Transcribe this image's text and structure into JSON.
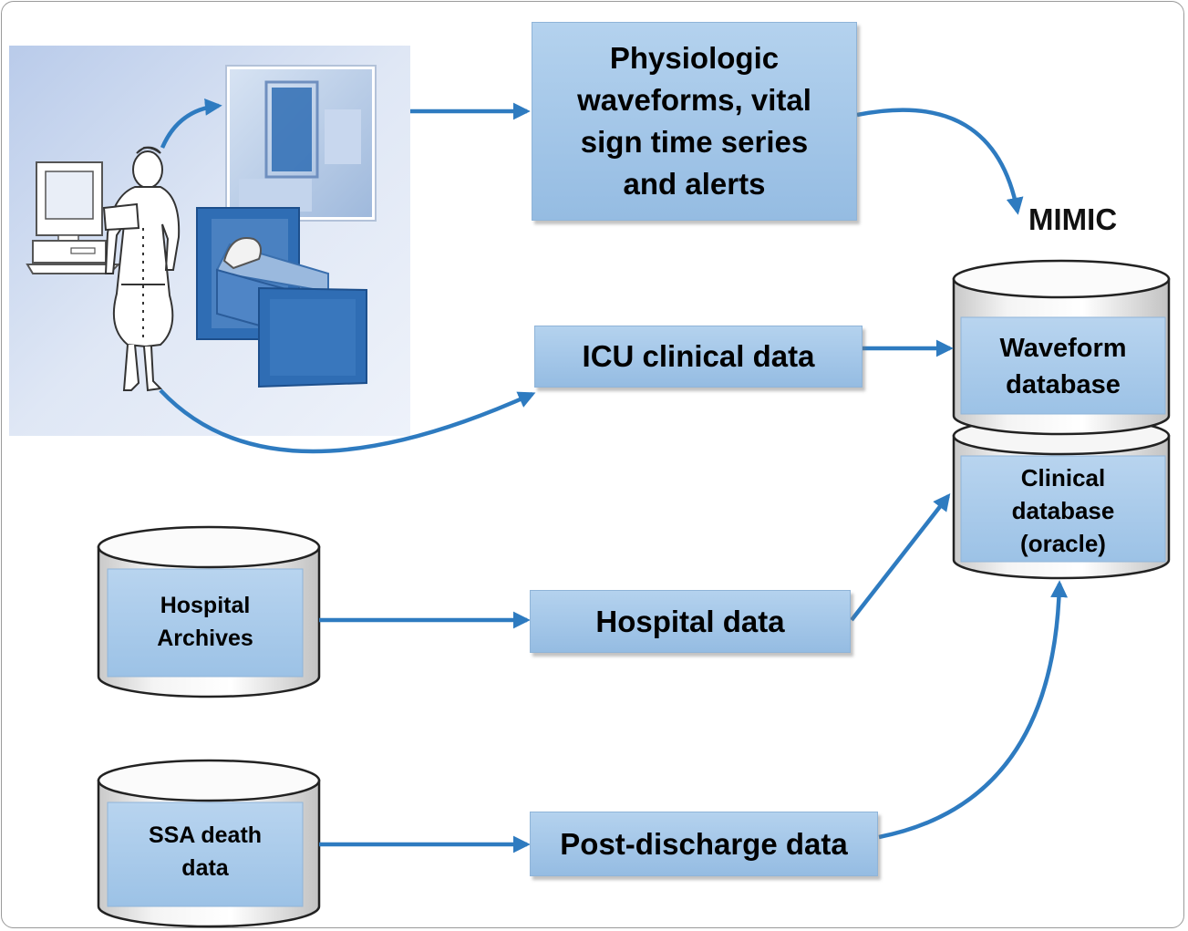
{
  "title": "MIMIC",
  "boxes": {
    "physiologic": "Physiologic waveforms, vital sign time series and alerts",
    "icu": "ICU clinical data",
    "hospital": "Hospital data",
    "post_discharge": "Post-discharge data"
  },
  "databases": {
    "waveform": "Waveform database",
    "clinical": "Clinical database (oracle)",
    "archives": "Hospital Archives",
    "ssa": "SSA death data"
  },
  "colors": {
    "arrow": "#2e7bc0",
    "box_fill": "#a8c9ea",
    "dark_blue": "#2f6db4",
    "panel_bg": "#dde6f5"
  },
  "icons": {
    "scene": "icu-scene-illustration",
    "nurse": "nurse-icon",
    "computer": "computer-workstation-icon",
    "monitor": "monitor-icon",
    "bed": "hospital-bed-icon"
  }
}
